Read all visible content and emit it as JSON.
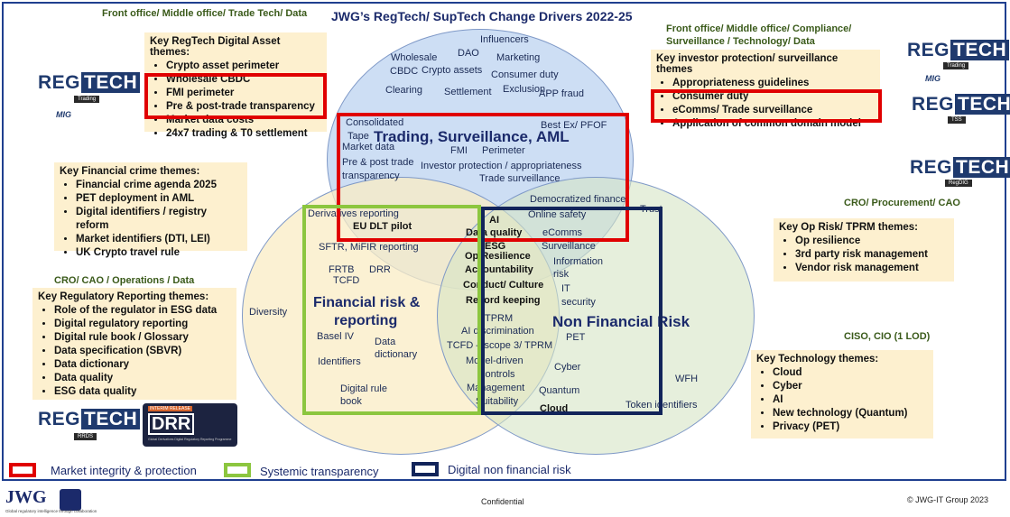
{
  "title": "JWG’s RegTech/ SupTech Change Drivers 2022-25",
  "roles": {
    "top_left": "Front office/ Middle office/ Trade Tech/ Data",
    "top_right_1": "Front office/ Middle office/ Compliance/",
    "top_right_2": "Surveillance / Technology/ Data",
    "cro_ops": "CRO/ CAO / Operations / Data",
    "cro_proc": "CRO/ Procurement/  CAO",
    "ciso": "CISO, CIO (1 LOD)"
  },
  "boxes": {
    "digital_asset": {
      "title": "Key RegTech Digital Asset themes:",
      "items": [
        "Crypto asset perimeter",
        "Wholesale CBDC",
        "FMI perimeter",
        "Pre & post-trade transparency",
        "Market data costs",
        "24x7 trading & T0 settlement"
      ]
    },
    "investor": {
      "title": "Key investor protection/ surveillance themes",
      "items": [
        "Appropriateness guidelines",
        "Consumer duty",
        "eComms/ Trade surveillance",
        "Application of common domain model"
      ]
    },
    "fin_crime": {
      "title": "Key Financial crime themes:",
      "items": [
        "Financial crime agenda 2025",
        "PET deployment in AML",
        "Digital identifiers  / registry reform",
        "Market identifiers (DTI, LEI)",
        "UK Crypto travel rule"
      ]
    },
    "reg_reporting": {
      "title": "Key Regulatory Reporting themes:",
      "items": [
        "Role of the regulator in ESG data",
        "Digital regulatory reporting",
        "Digital rule book / Glossary",
        "Data specification (SBVR)",
        "Data dictionary",
        "Data quality",
        "ESG data quality"
      ]
    },
    "op_risk": {
      "title": "Key Op Risk/ TPRM themes:",
      "items": [
        "Op resilience",
        "3rd party risk management",
        "Vendor risk management"
      ]
    },
    "tech": {
      "title": "Key Technology themes:",
      "items": [
        "Cloud",
        "Cyber",
        "AI",
        "New technology (Quantum)",
        "Privacy (PET)"
      ]
    }
  },
  "circles": {
    "top_title": "Trading, Surveillance, AML",
    "left_title_1": "Financial risk &",
    "left_title_2": "reporting",
    "right_title": "Non Financial Risk"
  },
  "top_terms": {
    "influencers": "Influencers",
    "wholesale": "Wholesale",
    "dao": "DAO",
    "cbdc": "CBDC",
    "marketing": "Marketing",
    "crypto": "Crypto assets",
    "consumer_duty": "Consumer duty",
    "clearing": "Clearing",
    "settlement": "Settlement",
    "exclusion": "Exclusion",
    "app_fraud": "APP fraud",
    "consolidated": "Consolidated",
    "tape": "Tape",
    "best_ex": "Best Ex/ PFOF",
    "market_data": "Market data",
    "fmi": "FMI",
    "perimeter": "Perimeter",
    "pre_post_1": "Pre & post trade",
    "pre_post_2": "transparency",
    "investor_prot": "Investor protection / appropriateness",
    "trade_surv": "Trade surveillance"
  },
  "mid_terms": {
    "deriv": "Derivatives reporting",
    "eu_dlt": "EU DLT pilot",
    "ai": "AI",
    "data_quality": "Data quality",
    "esg": "ESG",
    "democratized": "Democratized finance",
    "trust": "Trust",
    "online_safety": "Online safety",
    "ecomms": "eComms",
    "surveillance": "Surveillance"
  },
  "left_terms": {
    "sftr": "SFTR, MiFIR reporting",
    "frtb": "FRTB",
    "drr": "DRR",
    "tcfd": "TCFD",
    "diversity": "Diversity",
    "basel": "Basel IV",
    "data_dict_1": "Data",
    "data_dict_2": "dictionary",
    "identifiers": "Identifiers",
    "rule_book_1": "Digital rule",
    "rule_book_2": "book"
  },
  "center_terms": {
    "op_res": "Op Resilience",
    "accountability": "Accountability",
    "conduct": "Conduct/ Culture",
    "record": "Record keeping",
    "tprm": "TPRM",
    "ai_disc": "AI discrimination",
    "tcfd_scope": "TCFD – scope 3/ TPRM",
    "model_1": "Model-driven",
    "model_2": "controls",
    "mgmt": "Management",
    "suitability": "Suitability"
  },
  "right_terms": {
    "info_1": "Information",
    "info_2": "risk",
    "it": "IT",
    "security": "security",
    "pet": "PET",
    "cyber": "Cyber",
    "wfh": "WFH",
    "quantum": "Quantum",
    "cloud": "Cloud",
    "token": "Token identifiers"
  },
  "logos": {
    "reg": "REG",
    "tech": "TECH",
    "trading": "Trading",
    "tss": "TSS",
    "regdig": "RegDIG",
    "rrds": "RRDS",
    "mig": "MIG",
    "drr": "DRR",
    "drr_sub": "Global Derivatives Digital Regulatory Reporting Programme",
    "drr_tag": "INTERIM RELEASE"
  },
  "legend": {
    "red": "Market integrity & protection",
    "green": "Systemic transparency",
    "navy": "Digital non financial risk"
  },
  "footer": {
    "brand": "JWG",
    "tagline": "Global regulatory intelligence through collaboration",
    "confidential": "Confidential",
    "copyright": "© JWG-IT Group 2023"
  },
  "colors": {
    "red": "#e00000",
    "green": "#8cc63f",
    "navy": "#12245a",
    "top_circle": "#cfe0f4",
    "left_circle": "#f9efcb",
    "right_circle": "#dfe9cf"
  }
}
